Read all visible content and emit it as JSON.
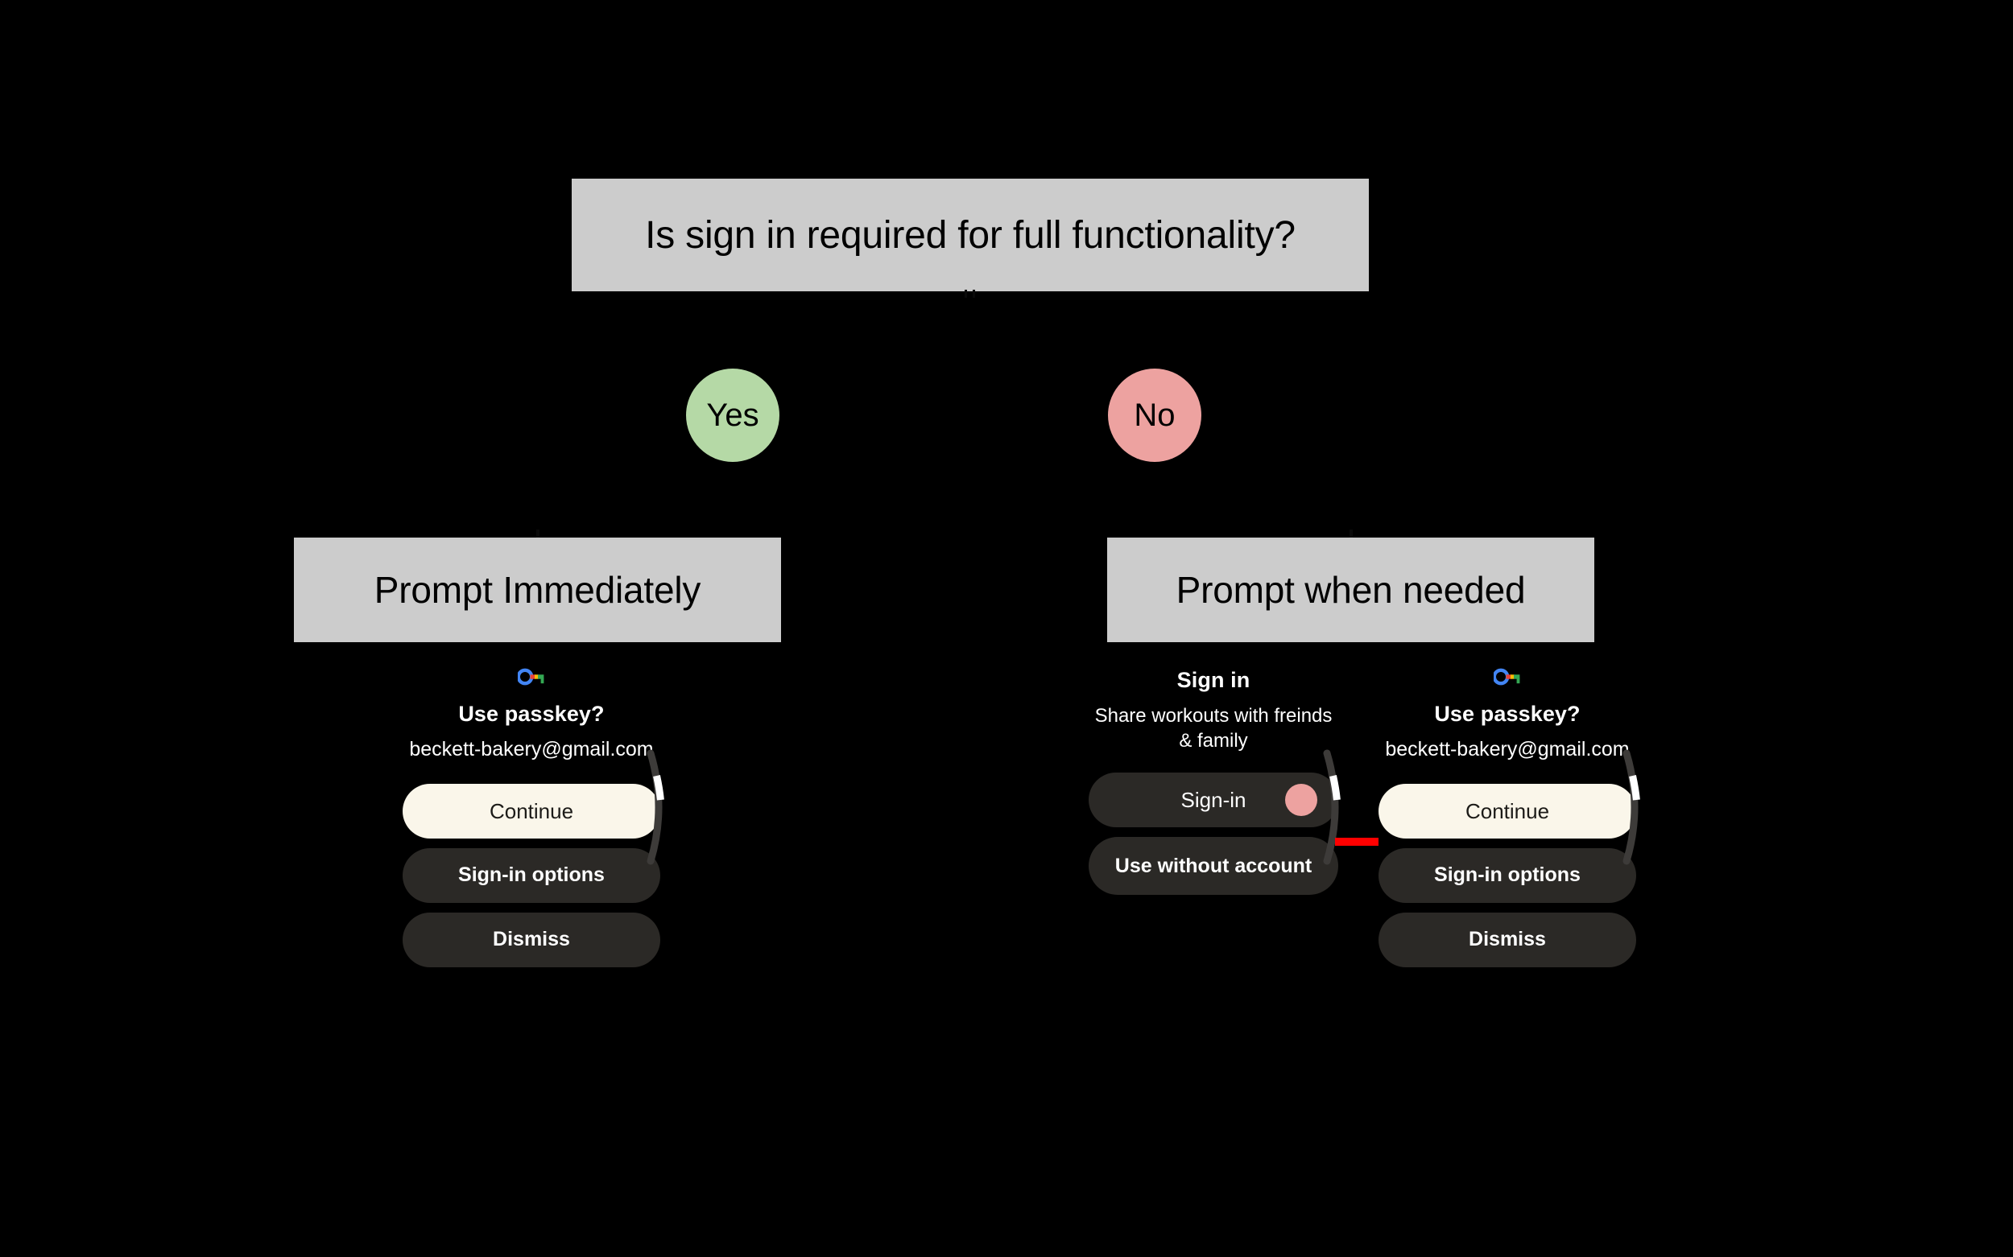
{
  "flowchart": {
    "question": "Is sign in required for full functionality?",
    "branches": [
      {
        "label": "Yes",
        "color": "#b5d9a6"
      },
      {
        "label": "No",
        "color": "#eda2a0"
      }
    ],
    "outcomes": [
      {
        "label": "Prompt Immediately"
      },
      {
        "label": "Prompt when needed"
      }
    ]
  },
  "colors": {
    "background": "#000000",
    "box_fill": "#cccccc",
    "box_text": "#000000",
    "yes_circle": "#b5d9a6",
    "no_circle": "#eda2a0",
    "primary_button": "#faf6ea",
    "primary_button_text": "#1c1b18",
    "secondary_button": "#2b2926",
    "secondary_button_text": "#ffffff",
    "arrow": "#ff0000",
    "scroll_track": "#3d3b39",
    "scroll_thumb": "#ffffff"
  },
  "dialogs": {
    "left_passkey": {
      "icon": "google-passkey-icon",
      "title": "Use passkey?",
      "account": "beckett-bakery@gmail.com",
      "buttons": [
        {
          "label": "Continue",
          "style": "primary"
        },
        {
          "label": "Sign-in options",
          "style": "secondary"
        },
        {
          "label": "Dismiss",
          "style": "secondary"
        }
      ]
    },
    "middle_signin": {
      "title": "Sign in",
      "subtitle": "Share workouts with freinds & family",
      "buttons": [
        {
          "label": "Sign-in",
          "style": "plain",
          "avatar": true
        },
        {
          "label": "Use without account",
          "style": "secondary"
        }
      ]
    },
    "right_passkey": {
      "icon": "google-passkey-icon",
      "title": "Use passkey?",
      "account": "beckett-bakery@gmail.com",
      "buttons": [
        {
          "label": "Continue",
          "style": "primary"
        },
        {
          "label": "Sign-in options",
          "style": "secondary"
        },
        {
          "label": "Dismiss",
          "style": "secondary"
        }
      ]
    }
  },
  "annotation": {
    "arrow_name": "flow-arrow-signin-to-passkey"
  }
}
